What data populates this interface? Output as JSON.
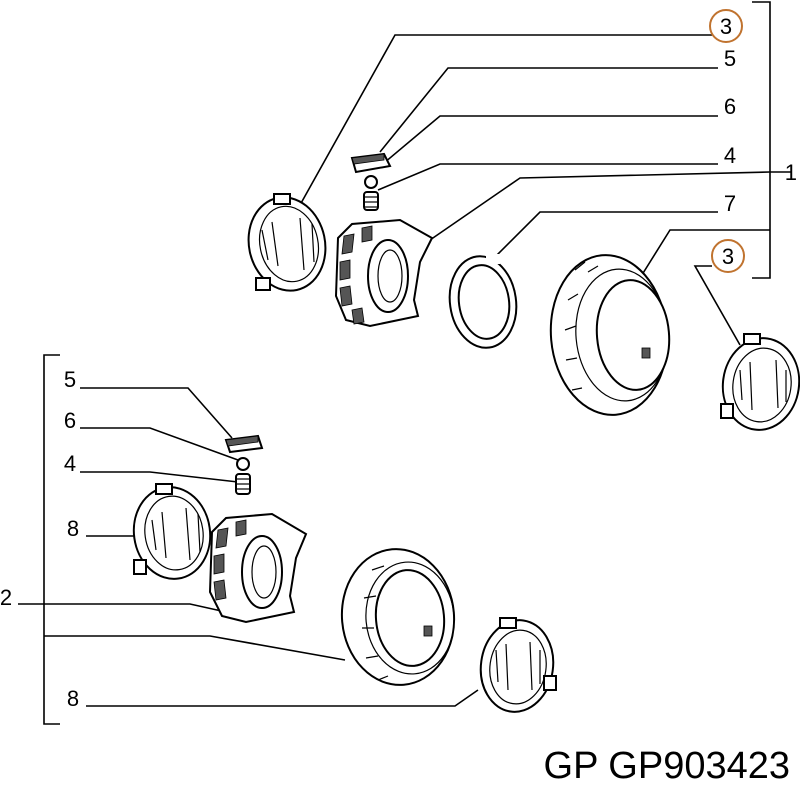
{
  "callouts": {
    "top_3a": "3",
    "top_5": "5",
    "top_6": "6",
    "top_4": "4",
    "top_1": "1",
    "top_7": "7",
    "top_3b": "3",
    "bot_5": "5",
    "bot_6": "6",
    "bot_4": "4",
    "bot_8a": "8",
    "bot_2": "2",
    "bot_8b": "8"
  },
  "brand": {
    "text": "GP GP903423"
  },
  "colors": {
    "highlight": "#c0732f",
    "ink": "#000000"
  }
}
